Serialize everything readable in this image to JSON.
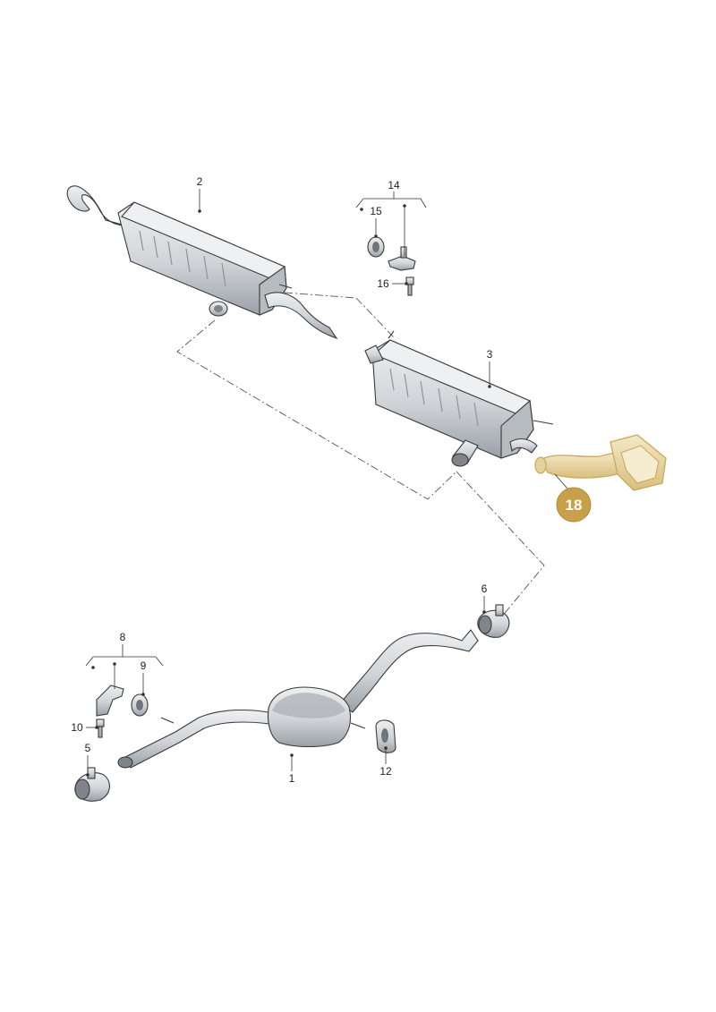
{
  "diagram": {
    "labels": {
      "p1": "1",
      "p2": "2",
      "p3": "3",
      "p5": "5",
      "p6": "6",
      "p8": "8",
      "p9": "9",
      "p10": "10",
      "p12": "12",
      "p14": "14",
      "p15": "15",
      "p16": "16",
      "p18": "18"
    },
    "colors": {
      "metal_light": "#e6e8ea",
      "metal_mid": "#c9cdd1",
      "metal_dark": "#8e949a",
      "highlight_fill": "#ecdcb4",
      "highlight_stroke": "#c9a85a",
      "badge": "#c9a04a"
    }
  }
}
